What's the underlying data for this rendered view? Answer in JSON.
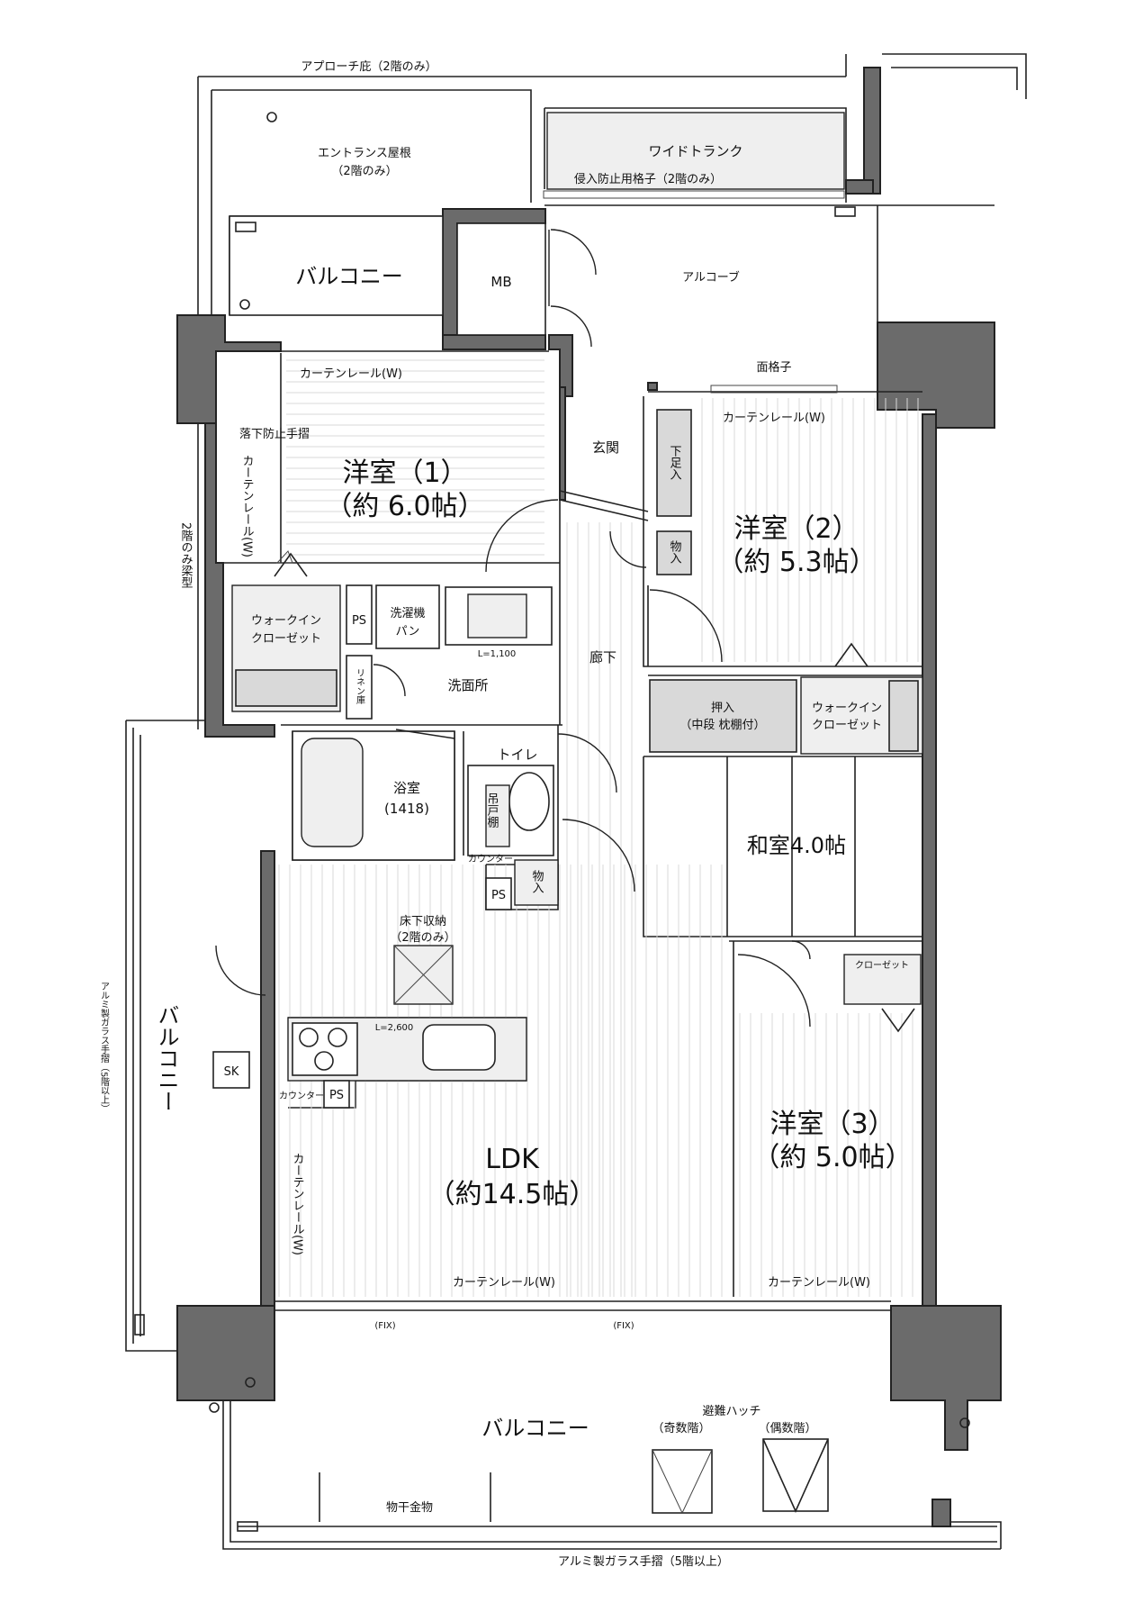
{
  "labels": {
    "approach_eaves": "アプローチ庇（2階のみ）",
    "entrance_roof": "エントランス屋根",
    "entrance_roof_note": "（2階のみ）",
    "wide_trunk": "ワイドトランク",
    "intrusion_lattice": "侵入防止用格子（2階のみ）",
    "balcony_top": "バルコニー",
    "mb": "MB",
    "alcove": "アルコーブ",
    "face_lattice": "面格子",
    "curtain_rail_w1": "カーテンレール(W)",
    "fall_rail": "落下防止手摺",
    "curtain_rail_vert1": "カーテンレール(W)",
    "room1_name": "洋室（1）",
    "room1_size": "（約 6.0帖）",
    "genkan": "玄関",
    "shoe_storage": "下足入",
    "curtain_rail_w2": "カーテンレール(W)",
    "room2_name": "洋室（2）",
    "room2_size": "（約 5.3帖）",
    "storage1": "物入",
    "beam_note": "2階のみ梁型",
    "wic1_line1": "ウォークイン",
    "wic1_line2": "クローゼット",
    "ps1": "PS",
    "washer_line1": "洗濯機",
    "washer_line2": "パン",
    "vanity_len": "L=1,100",
    "linen": "リネン庫",
    "washroom": "洗面所",
    "corridor": "廊下",
    "oshiire_line1": "押入",
    "oshiire_line2": "（中段 枕棚付）",
    "wic2_line1": "ウォークイン",
    "wic2_line2": "クローゼット",
    "bath_name": "浴室",
    "bath_size": "(1418)",
    "toilet": "トイレ",
    "hanging_shelf": "吊戸棚",
    "counter1": "カウンター",
    "storage2": "物入",
    "ps2": "PS",
    "washitsu": "和室4.0帖",
    "underfloor_line1": "床下収納",
    "underfloor_line2": "（2階のみ）",
    "closet": "クローゼット",
    "balcony_left": "バルコニー",
    "alu_rail_left": "アルミ製ガラス手摺（5階以上）",
    "kitchen_len": "L=2,600",
    "sk": "SK",
    "counter2": "カウンター",
    "ps3": "PS",
    "ldk_name": "LDK",
    "ldk_size": "（約14.5帖）",
    "curtain_rail_vert2": "カーテンレール(W)",
    "room3_name": "洋室（3）",
    "room3_size": "（約 5.0帖）",
    "curtain_rail_w3": "カーテンレール(W)",
    "curtain_rail_w4": "カーテンレール(W)",
    "fix1": "(FIX)",
    "fix2": "(FIX)",
    "balcony_bottom": "バルコニー",
    "hatch": "避難ハッチ",
    "hatch_odd": "（奇数階）",
    "hatch_even": "（偶数階）",
    "laundry_rod": "物干金物",
    "alu_rail_bottom": "アルミ製ガラス手摺（5階以上）"
  }
}
